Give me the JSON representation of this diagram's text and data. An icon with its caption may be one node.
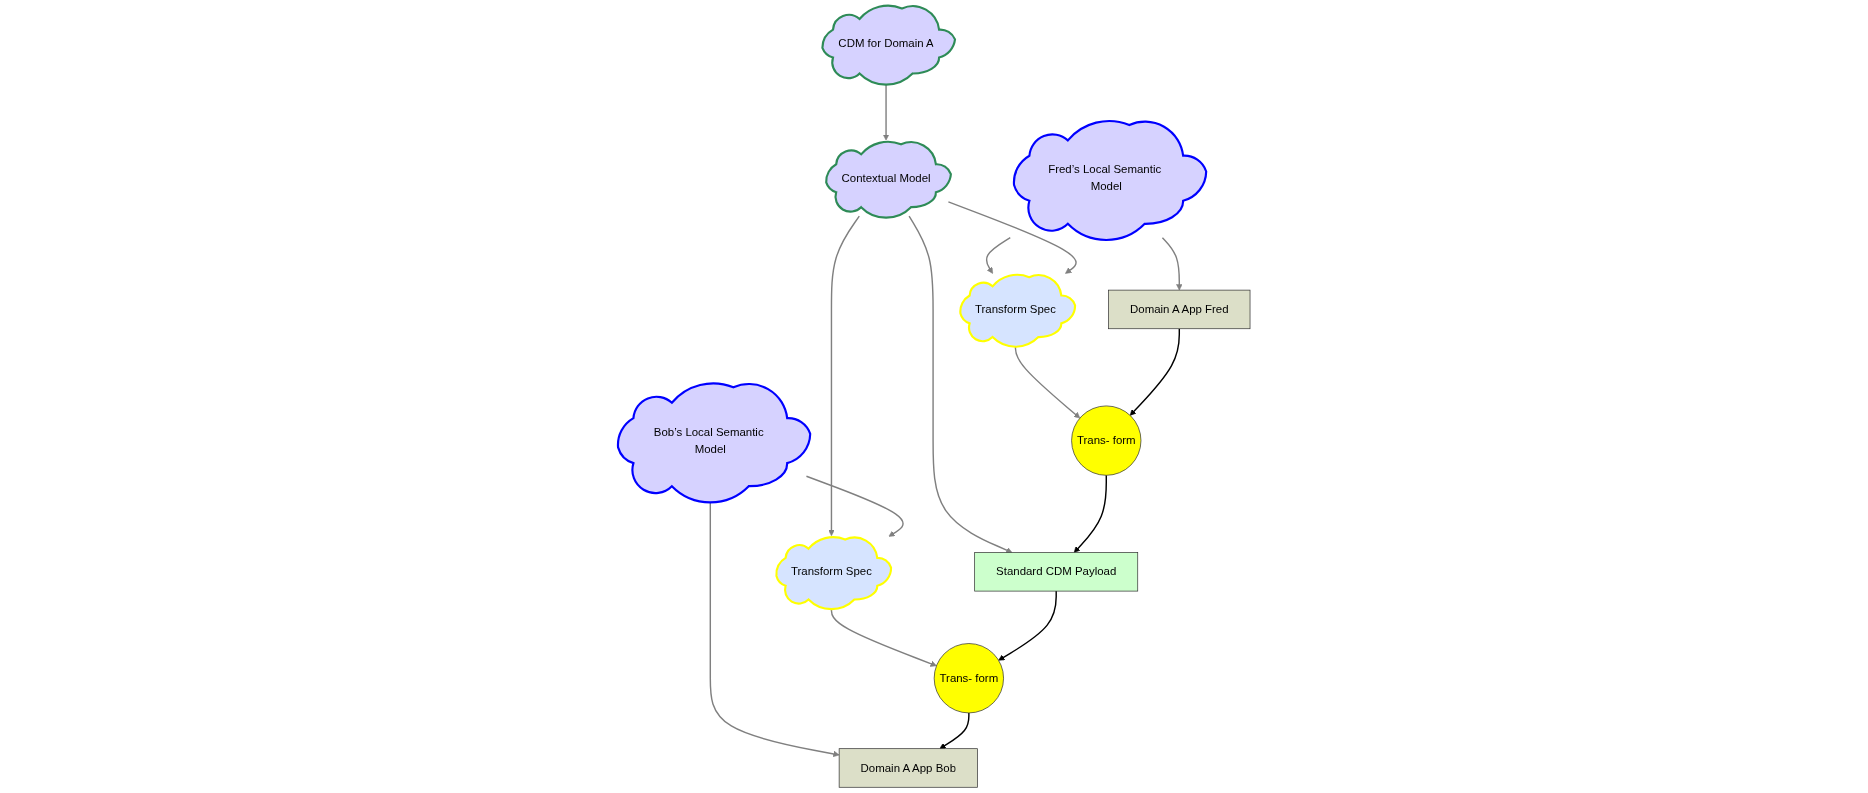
{
  "diagram": {
    "nodes": [
      {
        "text": [
          "CDM for Domain A"
        ]
      },
      {
        "text": [
          "Fred’s Local Semantic Model"
        ]
      },
      {
        "text": [
          "Transform Spec"
        ]
      },
      {
        "text": [
          "Contextual Model"
        ]
      },
      {
        "text": [
          "Transform Spec"
        ]
      },
      {
        "text": [
          "Bob’s Local Semantic Model"
        ]
      },
      {
        "text": [
          "Domain A App Fred"
        ]
      },
      {
        "text": [
          "Trans- form"
        ]
      },
      {
        "text": [
          "Standard CDM Payload"
        ]
      },
      {
        "text": [
          "Trans- form"
        ]
      },
      {
        "text": [
          "Domain A App Bob"
        ]
      }
    ],
    "edges": [
      {
        "from": 0,
        "to": 3,
        "arrow": "to"
      },
      {
        "from": 1,
        "to": 2,
        "arrow": "to"
      },
      {
        "from": 3,
        "to": 2,
        "arrow": "to"
      },
      {
        "from": 3,
        "to": 4,
        "arrow": "to"
      },
      {
        "from": 5,
        "to": 4,
        "arrow": "to"
      },
      {
        "from": 1,
        "to": 6,
        "arrow": "to"
      },
      {
        "from": 2,
        "to": 7,
        "arrow": "to"
      },
      {
        "from": 3,
        "to": 8,
        "arrow": "to"
      },
      {
        "from": 4,
        "to": 9,
        "arrow": "to"
      },
      {
        "from": 5,
        "to": 10,
        "arrow": "to"
      },
      {
        "from": 6,
        "to": 7,
        "arrow": "to",
        "color": "#000000"
      },
      {
        "from": 7,
        "to": 8,
        "arrow": "to",
        "color": "#000000"
      },
      {
        "from": 8,
        "to": 9,
        "arrow": "to",
        "color": "#000000"
      },
      {
        "from": 9,
        "to": 10,
        "arrow": "to",
        "color": "#000000"
      }
    ]
  }
}
